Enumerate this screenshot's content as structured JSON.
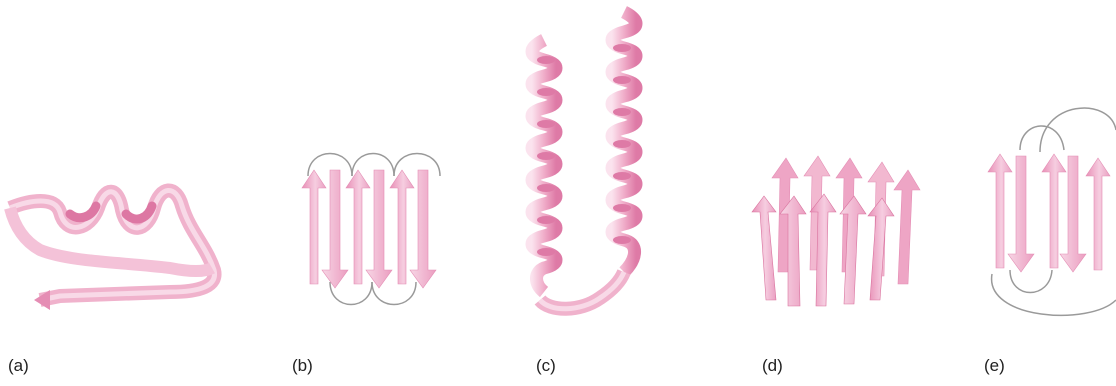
{
  "panels": [
    {
      "label": "(a)",
      "motif": "beta-alpha-beta-motif"
    },
    {
      "label": "(b)",
      "motif": "beta-meander-sheet"
    },
    {
      "label": "(c)",
      "motif": "alpha-alpha-hairpin"
    },
    {
      "label": "(d)",
      "motif": "beta-barrel"
    },
    {
      "label": "(e)",
      "motif": "greek-key"
    }
  ],
  "colors": {
    "ribbon_light": "#f6cde0",
    "ribbon_mid": "#eda3c3",
    "ribbon_dark": "#de7aa6",
    "loop": "#9a9a9a"
  }
}
